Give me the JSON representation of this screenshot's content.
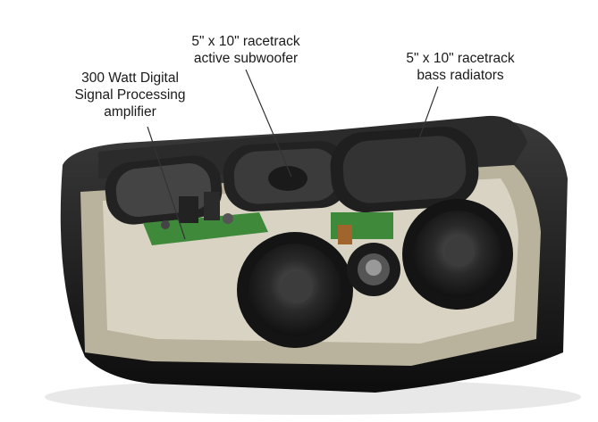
{
  "callouts": {
    "amplifier": {
      "lines": [
        "300 Watt Digital",
        "Signal Processing",
        "amplifier"
      ]
    },
    "subwoofer": {
      "lines": [
        "5\" x 10\" racetrack",
        "active subwoofer"
      ]
    },
    "radiators": {
      "lines": [
        "5\" x 10\" racetrack",
        "bass radiators"
      ]
    }
  },
  "colors": {
    "body": "#1c1c1c",
    "cutaway": "#b9b29c",
    "board": "#3f8a3a",
    "leader": "#333333"
  }
}
